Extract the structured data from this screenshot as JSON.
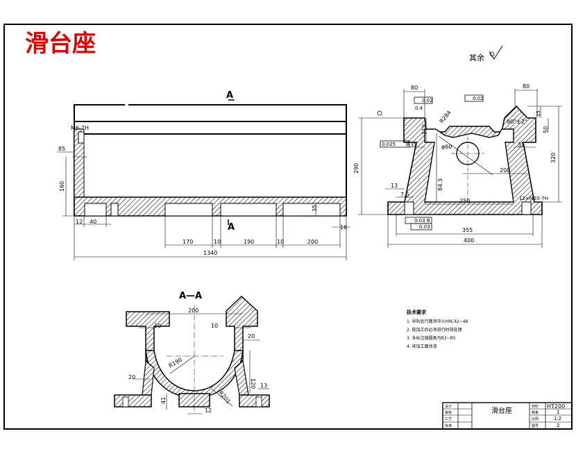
{
  "sheet": {
    "title": "滑台座",
    "roughness_note": "其余",
    "section_mark_top": "A",
    "section_mark_bottom": "A",
    "section_view_label": "A—A"
  },
  "front_view": {
    "dims": {
      "d85": "85",
      "d160": "160",
      "d12": "12",
      "d40": "40",
      "d170": "170",
      "d10a": "10",
      "d190": "190",
      "d10b": "10",
      "d200": "200",
      "d16": "16",
      "d1340": "1340",
      "d35": "35",
      "thread": "M6-7H"
    }
  },
  "side_view": {
    "dims": {
      "d80a": "80",
      "d80b": "80",
      "d290": "290",
      "d320": "320",
      "d110": "110",
      "d35a": "35",
      "d35b": "35",
      "d84_3": "84.3",
      "d200": "200",
      "d250": "250",
      "d355": "355",
      "d400": "400",
      "d13": "13",
      "d7_5": "7.5",
      "r284": "R284",
      "phi60": "φ60",
      "angle": "90°±2°",
      "d25": "25",
      "d50": "50",
      "d0_4": "0.4",
      "thread": "12×M20-7H"
    },
    "tolerances": {
      "flat_top": "0.02",
      "flat_right": "0.02",
      "parallel_left": "0.025",
      "parallel_left_ref": "B",
      "perp_bottom": "0.03",
      "perp_bottom_ref": "B",
      "flat_bottom": "0.03"
    }
  },
  "section_view": {
    "dims": {
      "d200": "200",
      "d10a": "10",
      "d10b": "10",
      "d20a": "20",
      "d20b": "20",
      "r190": "R190",
      "d120": "120",
      "d13": "13",
      "d41": "41",
      "d12": "12",
      "r201": "R201"
    }
  },
  "tech_requirements": {
    "heading": "技术要求",
    "items": [
      "1. 导轨处行面须淬火HRC42~48",
      "2. 配加工后必须进行时效处理",
      "3. 未标注铸圆角为R3~R5",
      "4. 非加工面涂漆"
    ]
  },
  "title_block": {
    "name": "滑台座",
    "material": "HT200",
    "rows_left": [
      "设计",
      "审核",
      "工艺",
      "批准"
    ],
    "rows_right": [
      "材料",
      "数量",
      "比例",
      "图号"
    ],
    "values_right": [
      "1",
      "1:2",
      "2"
    ]
  }
}
